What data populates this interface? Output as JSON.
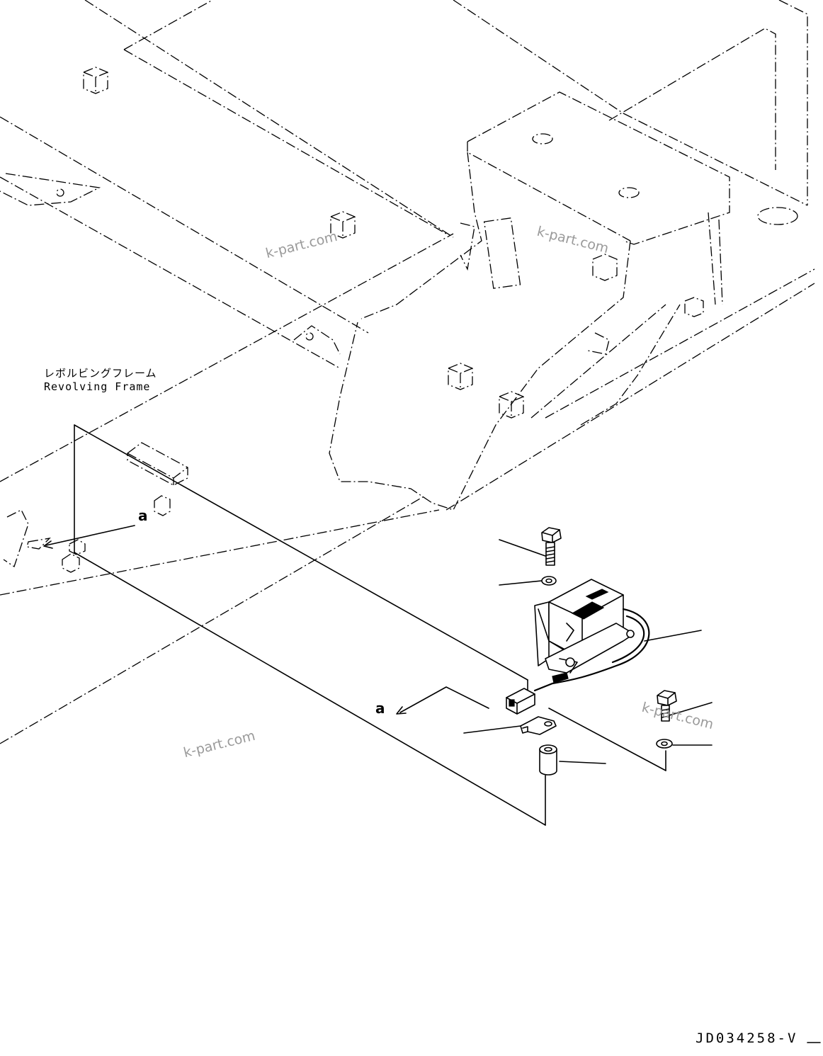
{
  "frame_label": {
    "japanese": "レボルビングフレーム",
    "english": "Revolving Frame"
  },
  "detail_letters": [
    "a",
    "a"
  ],
  "watermarks": [
    "k-part.com",
    "k-part.com",
    "k-part.com",
    "k-part.com"
  ],
  "drawing_code": "JD034258-V"
}
